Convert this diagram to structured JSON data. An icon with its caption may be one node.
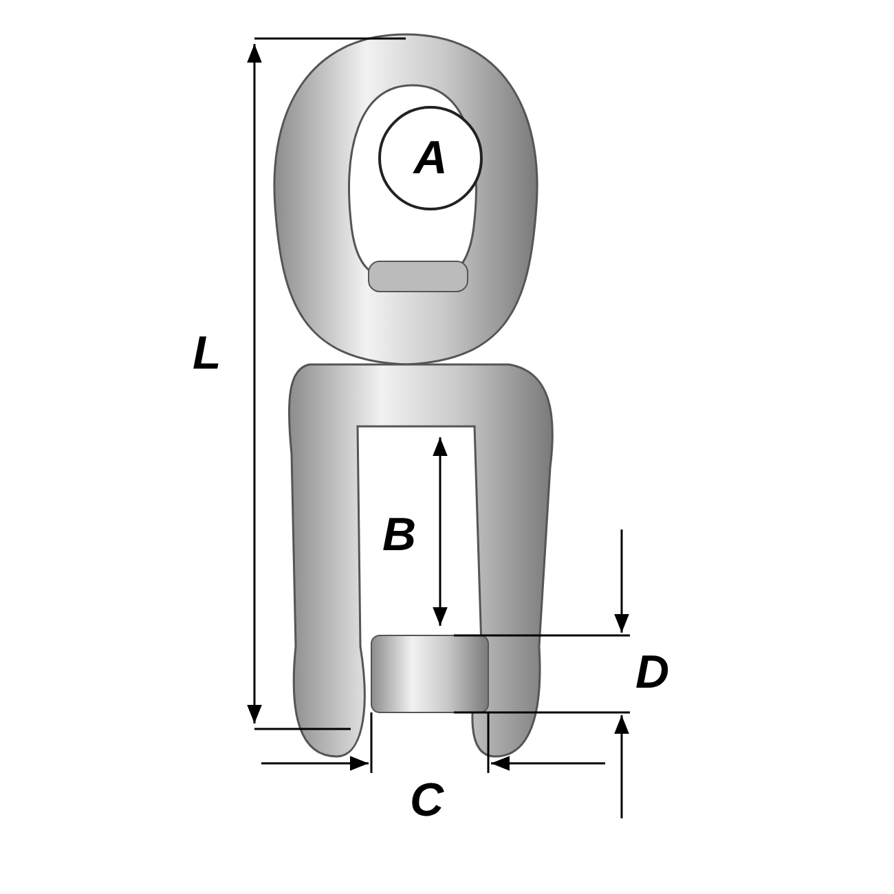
{
  "diagram": {
    "nodes": [
      {
        "text": [
          "A"
        ]
      }
    ],
    "labels": [
      "L",
      "B",
      "D",
      "C"
    ]
  }
}
